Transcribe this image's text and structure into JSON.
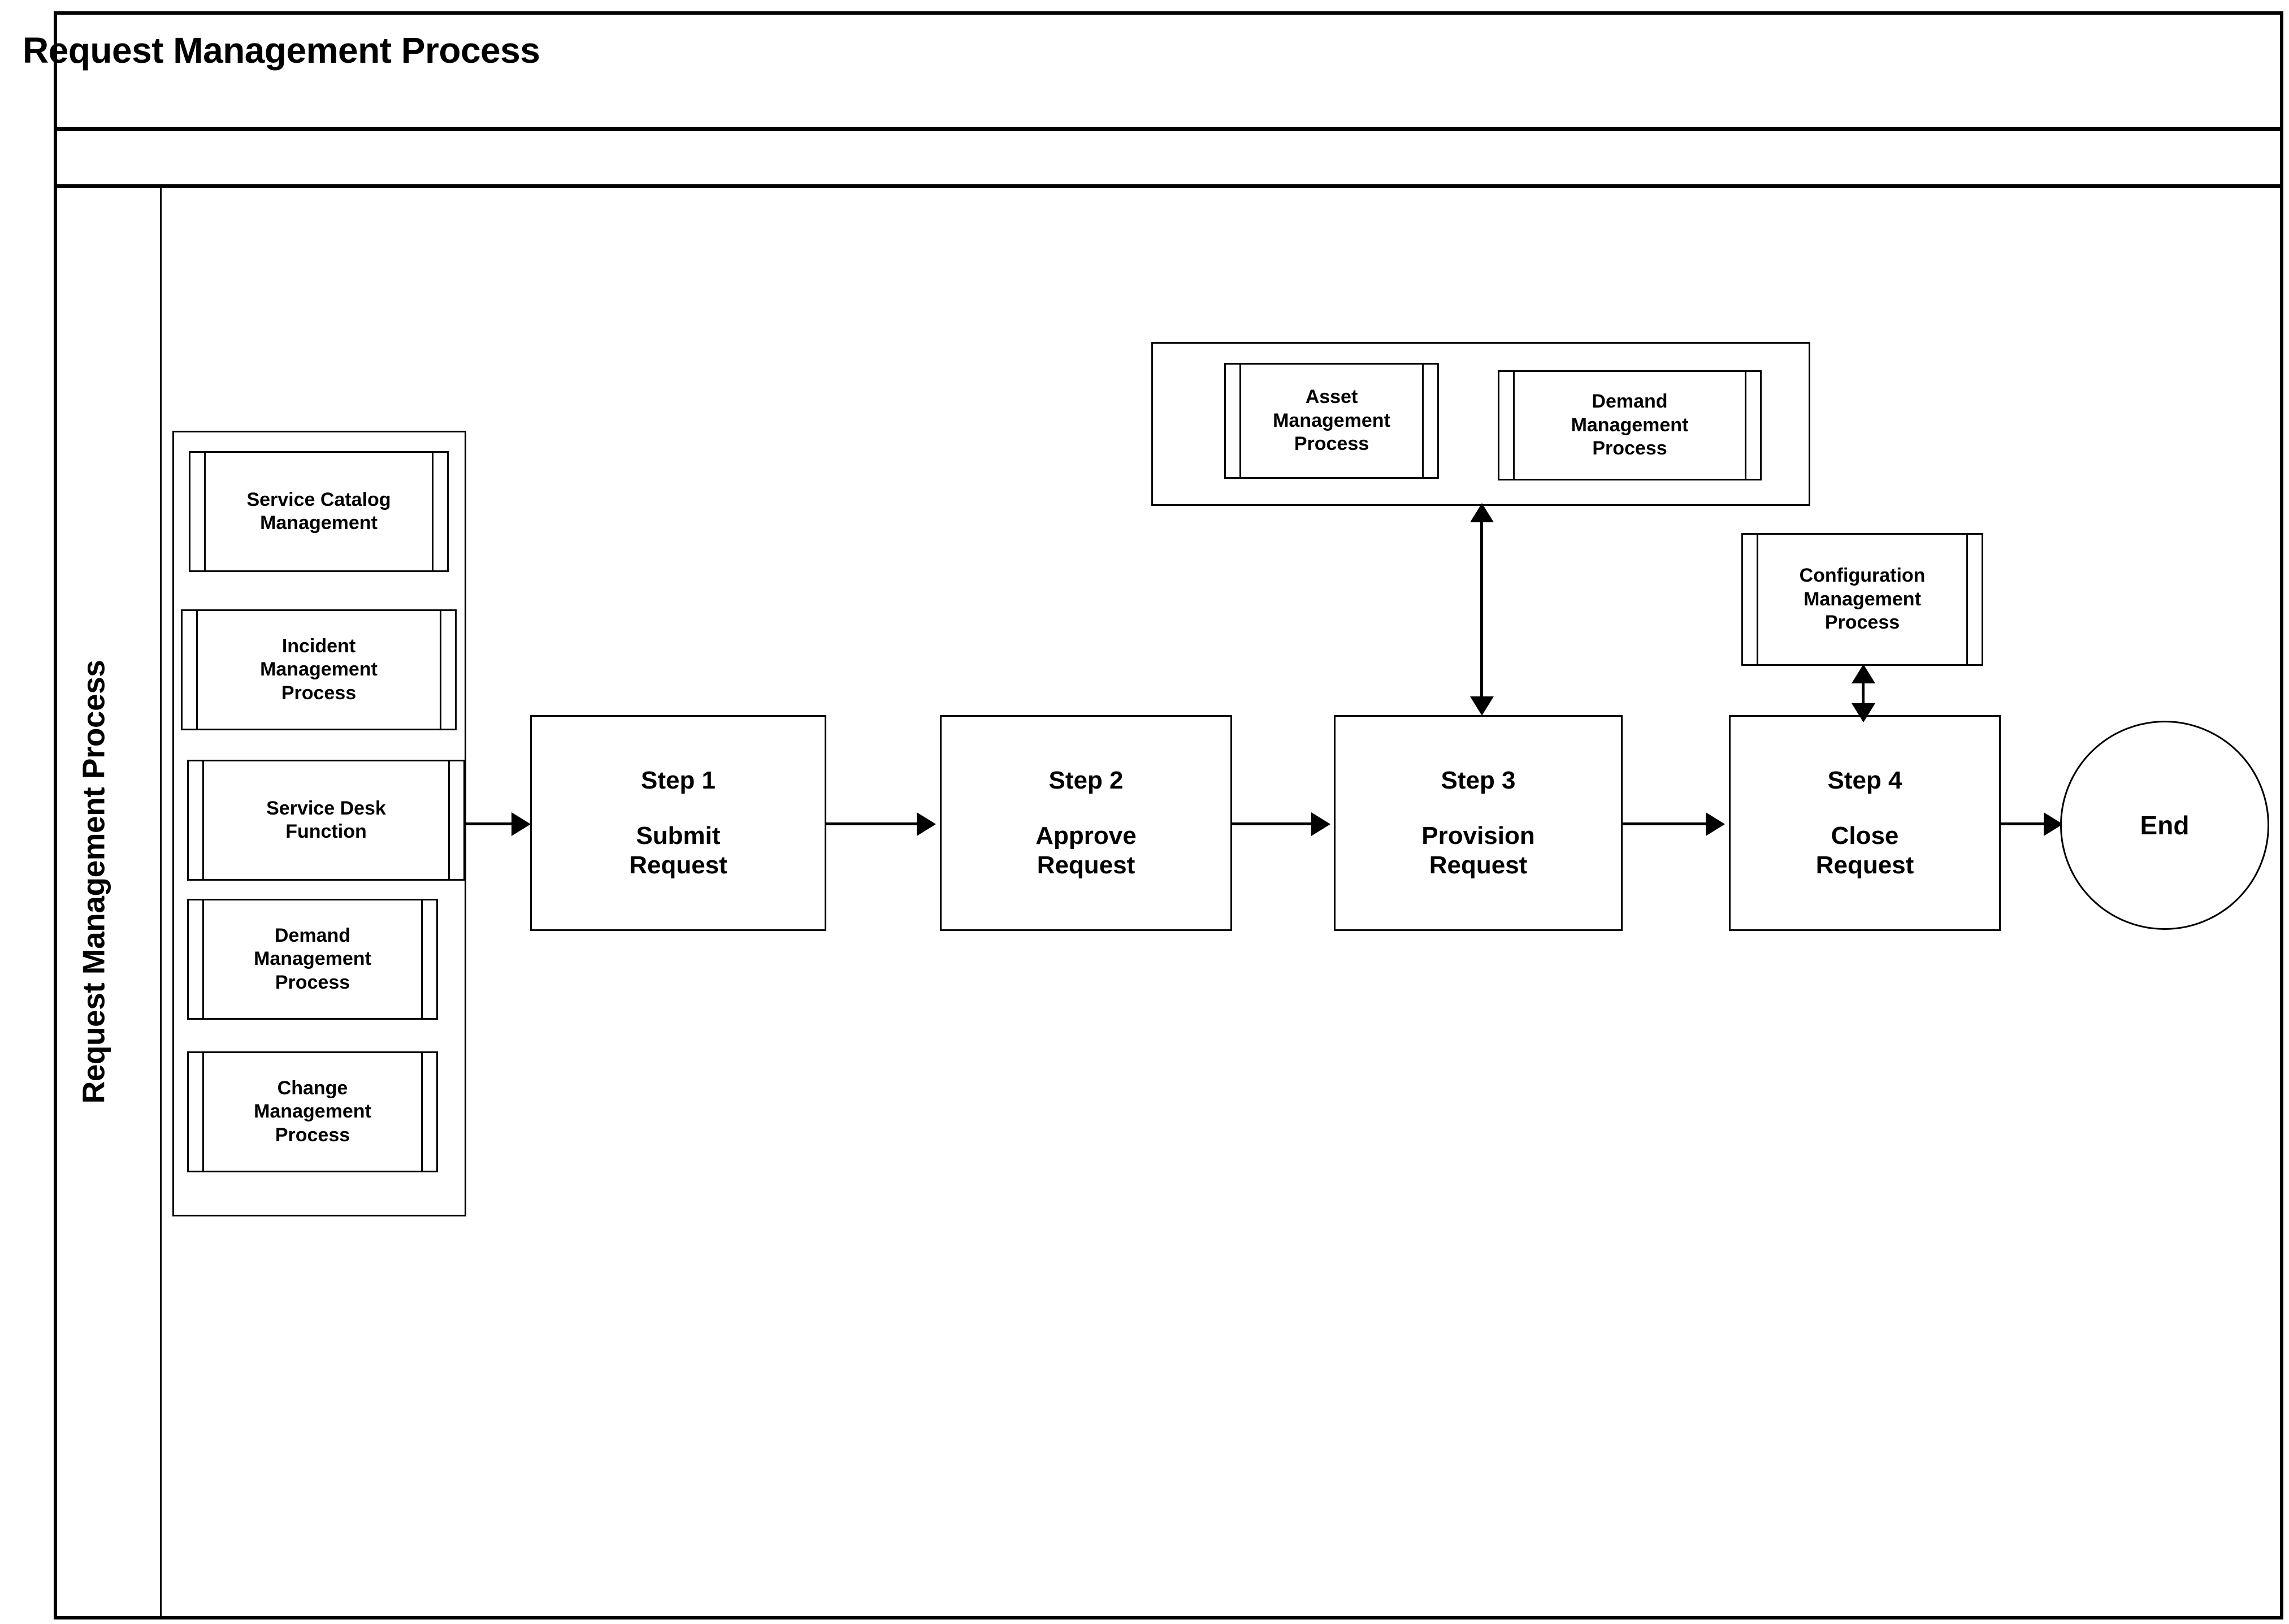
{
  "page": {
    "title": "Request Management Process",
    "subtitle": ""
  },
  "swimlane": {
    "label": "Request Management Process"
  },
  "inputs": {
    "items": [
      {
        "label": "Service Catalog\nManagement"
      },
      {
        "label": "Incident\nManagement\nProcess"
      },
      {
        "label": "Service Desk\nFunction"
      },
      {
        "label": "Demand\nManagement\nProcess"
      },
      {
        "label": "Change\nManagement\nProcess"
      }
    ]
  },
  "steps": [
    {
      "number": "Step 1",
      "name": "Submit\nRequest"
    },
    {
      "number": "Step 2",
      "name": "Approve\nRequest"
    },
    {
      "number": "Step 3",
      "name": "Provision\nRequest"
    },
    {
      "number": "Step 4",
      "name": "Close\nRequest"
    }
  ],
  "supporting_top": {
    "items": [
      {
        "label": "Asset\nManagement\nProcess"
      },
      {
        "label": "Demand\nManagement\nProcess"
      }
    ]
  },
  "supporting_right": {
    "label": "Configuration\nManagement\nProcess"
  },
  "terminator": {
    "label": "End"
  },
  "chart_data": {
    "type": "diagram",
    "title": "Request Management Process",
    "nodes": [
      {
        "id": "service-catalog-management",
        "label": "Service Catalog Management",
        "shape": "subprocess",
        "group": "inputs"
      },
      {
        "id": "incident-management-process",
        "label": "Incident Management Process",
        "shape": "subprocess",
        "group": "inputs"
      },
      {
        "id": "service-desk-function",
        "label": "Service Desk Function",
        "shape": "subprocess",
        "group": "inputs"
      },
      {
        "id": "demand-management-process-input",
        "label": "Demand Management Process",
        "shape": "subprocess",
        "group": "inputs"
      },
      {
        "id": "change-management-process",
        "label": "Change Management Process",
        "shape": "subprocess",
        "group": "inputs"
      },
      {
        "id": "step-1",
        "label": "Step 1 Submit Request",
        "shape": "process"
      },
      {
        "id": "step-2",
        "label": "Step 2 Approve Request",
        "shape": "process"
      },
      {
        "id": "step-3",
        "label": "Step 3 Provision Request",
        "shape": "process"
      },
      {
        "id": "step-4",
        "label": "Step 4 Close Request",
        "shape": "process"
      },
      {
        "id": "asset-management-process",
        "label": "Asset Management Process",
        "shape": "subprocess",
        "group": "supporting-top"
      },
      {
        "id": "demand-management-process-top",
        "label": "Demand Management Process",
        "shape": "subprocess",
        "group": "supporting-top"
      },
      {
        "id": "configuration-management-process",
        "label": "Configuration Management Process",
        "shape": "subprocess",
        "group": "supporting-right"
      },
      {
        "id": "end",
        "label": "End",
        "shape": "terminator"
      }
    ],
    "edges": [
      {
        "from": "inputs",
        "to": "step-1",
        "type": "arrow"
      },
      {
        "from": "step-1",
        "to": "step-2",
        "type": "arrow"
      },
      {
        "from": "step-2",
        "to": "step-3",
        "type": "arrow"
      },
      {
        "from": "step-3",
        "to": "step-4",
        "type": "arrow"
      },
      {
        "from": "step-4",
        "to": "end",
        "type": "arrow"
      },
      {
        "from": "supporting-top",
        "to": "step-3",
        "type": "double-arrow"
      },
      {
        "from": "configuration-management-process",
        "to": "step-4",
        "type": "double-arrow"
      }
    ]
  }
}
